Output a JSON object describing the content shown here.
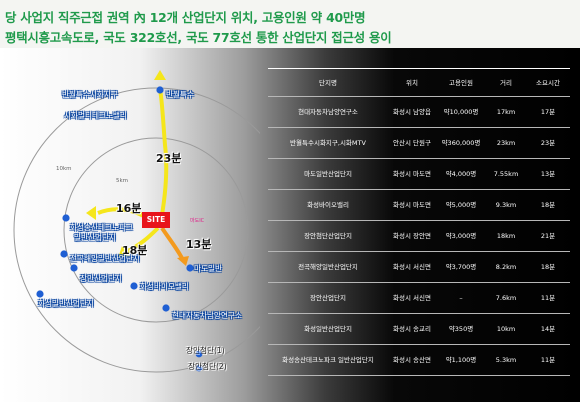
{
  "header": {
    "line1": "당 사업지 직주근접 권역 內 12개 산업단지 위치, 고용인원 약 40만명",
    "line2": "평택시흥고속도로, 국도 322호선, 국도 77호선 통한 산업단지 접근성 용이"
  },
  "map": {
    "site_label": "SITE",
    "ring_labels": {
      "r10": "10km",
      "r5": "5km"
    },
    "time_labels": {
      "t23": "23분",
      "t16": "16분",
      "t18": "18분",
      "t13": "13분"
    },
    "exit_label": "마도IC",
    "places": {
      "banwol_mtv": "반월특수시화지구",
      "banwol": "반월특수",
      "sihwa_techno": "시화멀티테크노밸리",
      "songsan_techno_1": "화성송산테크노파크",
      "songsan_techno_2": "일반산업단지",
      "jeongok": "전곡해양일반산업단지",
      "jangan_ind": "장안산업단지",
      "hwaseong_ind": "화성일반산업단지",
      "madopark": "마도일반",
      "hwaseong_bio": "화성바이오밸리",
      "hyundai": "현대자동차남양연구소",
      "jangan_1": "장안첨단(1)",
      "jangan_2": "장안첨단(2)"
    }
  },
  "table": {
    "headers": [
      "단지명",
      "위치",
      "고용인원",
      "거리",
      "소요시간"
    ],
    "rows": [
      [
        "현대자동차남양연구소",
        "화성시 남양읍",
        "약10,000명",
        "17km",
        "17분"
      ],
      [
        "반월특수시화지구,시화MTV",
        "안산시 단원구",
        "약360,000명",
        "23km",
        "23분"
      ],
      [
        "마도일반산업단지",
        "화성시 마도면",
        "약4,000명",
        "7.55km",
        "13분"
      ],
      [
        "화성바이오밸리",
        "화성시 마도면",
        "약5,000명",
        "9.3km",
        "18분"
      ],
      [
        "장안첨단산업단지",
        "화성시 장안면",
        "약3,000명",
        "18km",
        "21분"
      ],
      [
        "전곡해양일반산업단지",
        "화성시 서신면",
        "약3,700명",
        "8.2km",
        "18분"
      ],
      [
        "장안산업단지",
        "화성시 서신면",
        "–",
        "7.6km",
        "11분"
      ],
      [
        "화성일반산업단지",
        "화성시 송교리",
        "약350명",
        "10km",
        "14분"
      ],
      [
        "화성송산테크노파크 일반산업단지",
        "화성시 송산면",
        "약1,100명",
        "5.3km",
        "11분"
      ]
    ]
  },
  "colors": {
    "header_text": "#1f9a4b",
    "site": "#e8141b",
    "route": "#f5e61b",
    "exit": "#f39a1e"
  }
}
